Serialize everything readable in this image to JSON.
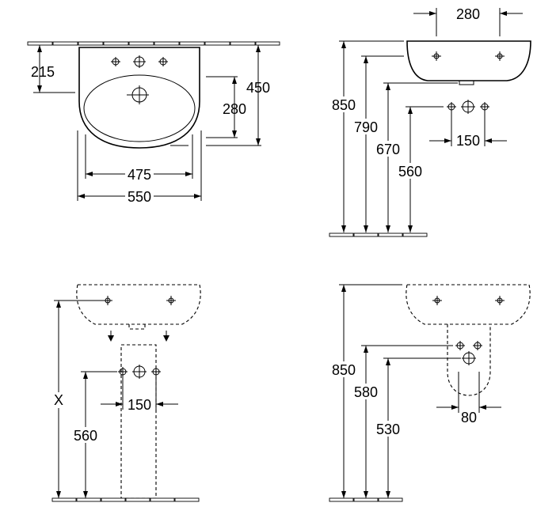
{
  "views": {
    "front": {
      "dims": {
        "tap_hole_height": "215",
        "bowl_depth": "280",
        "overall_depth": "450",
        "bowl_width": "475",
        "overall_width": "550"
      }
    },
    "side": {
      "dims": {
        "rim_height": "850",
        "bowl_base_height": "790",
        "waste_height": "670",
        "supply_height": "560",
        "fixing_centres": "280",
        "supply_centres": "150"
      }
    },
    "pedestal": {
      "dims": {
        "variable_height": "X",
        "supply_height": "560",
        "supply_centres": "150"
      }
    },
    "semi_pedestal": {
      "dims": {
        "rim_height": "850",
        "pedestal_top_height": "580",
        "pedestal_bottom_height": "530",
        "supply_centres": "80"
      }
    }
  },
  "icons": {
    "tap_hole": "crosshair-circle",
    "arrow": "solid-triangle"
  }
}
